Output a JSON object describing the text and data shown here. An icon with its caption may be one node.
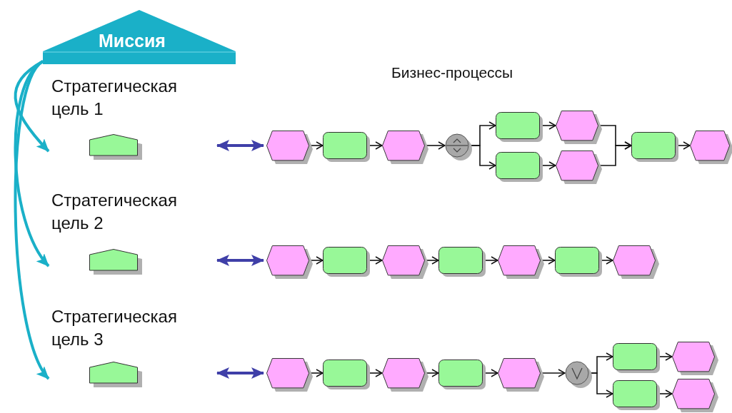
{
  "diagram": {
    "nodes": [
      {
        "text": [
          "Миссия"
        ]
      },
      {
        "text": [
          "Стратегическая цель 1"
        ]
      },
      {
        "text": [],
        "shape": "hexagon"
      },
      {
        "text": [],
        "shape": "box"
      },
      {
        "text": [],
        "shape": "hexagon"
      },
      {
        "text": [],
        "shape": "circle"
      },
      {
        "text": [],
        "shape": "box"
      },
      {
        "text": [],
        "shape": "hexagon"
      },
      {
        "text": [],
        "shape": "box"
      },
      {
        "text": [],
        "shape": "hexagon"
      },
      {
        "text": [],
        "shape": "box"
      },
      {
        "text": [],
        "shape": "hexagon"
      },
      {
        "text": [
          "Стратегическая цель 2"
        ]
      },
      {
        "text": [],
        "shape": "hexagon"
      },
      {
        "text": [],
        "shape": "box"
      },
      {
        "text": [],
        "shape": "hexagon"
      },
      {
        "text": [],
        "shape": "box"
      },
      {
        "text": [],
        "shape": "hexagon"
      },
      {
        "text": [],
        "shape": "box"
      },
      {
        "text": [],
        "shape": "hexagon"
      },
      {
        "text": [
          "Стратегическая цель 3"
        ]
      },
      {
        "text": [],
        "shape": "hexagon"
      },
      {
        "text": [],
        "shape": "box"
      },
      {
        "text": [],
        "shape": "hexagon"
      },
      {
        "text": [],
        "shape": "box"
      },
      {
        "text": [],
        "shape": "hexagon"
      },
      {
        "text": [],
        "shape": "circle"
      },
      {
        "text": [],
        "shape": "box"
      },
      {
        "text": [],
        "shape": "hexagon"
      },
      {
        "text": [],
        "shape": "box"
      },
      {
        "text": [],
        "shape": "hexagon"
      }
    ],
    "edges": [
      {
        "from": 0,
        "to": 1,
        "arrow": "to",
        "style": "thick",
        "color": "#1ab0c8"
      },
      {
        "from": 0,
        "to": 12,
        "arrow": "to",
        "style": "thick",
        "color": "#1ab0c8"
      },
      {
        "from": 0,
        "to": 20,
        "arrow": "to",
        "style": "thick",
        "color": "#1ab0c8"
      },
      {
        "from": 1,
        "to": 2,
        "arrow": "both",
        "style": "thick",
        "color": "#3f3fa8"
      },
      {
        "from": 12,
        "to": 13,
        "arrow": "both",
        "style": "thick",
        "color": "#3f3fa8"
      },
      {
        "from": 20,
        "to": 21,
        "arrow": "both",
        "style": "thick",
        "color": "#3f3fa8"
      },
      {
        "from": 2,
        "to": 3,
        "arrow": "to"
      },
      {
        "from": 3,
        "to": 4,
        "arrow": "to"
      },
      {
        "from": 4,
        "to": 5,
        "arrow": "to"
      },
      {
        "from": 5,
        "to": 6,
        "arrow": "to"
      },
      {
        "from": 5,
        "to": 8,
        "arrow": "to"
      },
      {
        "from": 6,
        "to": 7,
        "arrow": "to"
      },
      {
        "from": 8,
        "to": 9,
        "arrow": "to"
      },
      {
        "from": 7,
        "to": 10,
        "arrow": "to"
      },
      {
        "from": 9,
        "to": 10,
        "arrow": "to"
      },
      {
        "from": 10,
        "to": 11,
        "arrow": "to"
      },
      {
        "from": 13,
        "to": 14,
        "arrow": "to"
      },
      {
        "from": 14,
        "to": 15,
        "arrow": "to"
      },
      {
        "from": 15,
        "to": 16,
        "arrow": "to"
      },
      {
        "from": 16,
        "to": 17,
        "arrow": "to"
      },
      {
        "from": 17,
        "to": 18,
        "arrow": "to"
      },
      {
        "from": 18,
        "to": 19,
        "arrow": "to"
      },
      {
        "from": 21,
        "to": 22,
        "arrow": "to"
      },
      {
        "from": 22,
        "to": 23,
        "arrow": "to"
      },
      {
        "from": 23,
        "to": 24,
        "arrow": "to"
      },
      {
        "from": 24,
        "to": 25,
        "arrow": "to"
      },
      {
        "from": 25,
        "to": 26,
        "arrow": "to"
      },
      {
        "from": 26,
        "to": 27,
        "arrow": "to"
      },
      {
        "from": 26,
        "to": 29,
        "arrow": "to"
      },
      {
        "from": 27,
        "to": 28,
        "arrow": "to"
      },
      {
        "from": 29,
        "to": 30,
        "arrow": "to"
      }
    ],
    "labels": [
      "Бизнес-процессы"
    ]
  }
}
